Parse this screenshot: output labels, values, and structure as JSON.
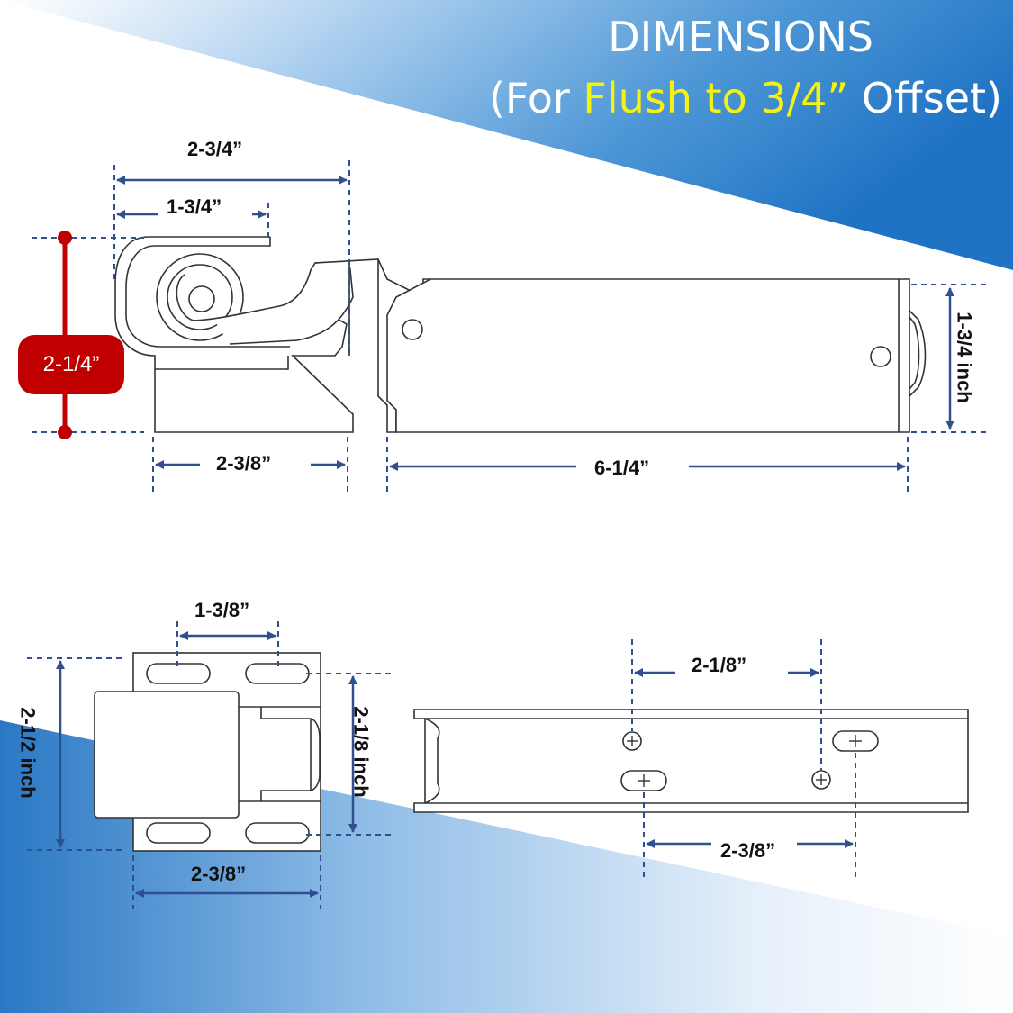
{
  "title": {
    "line1": "DIMENSIONS",
    "line2_prefix": "(For ",
    "line2_highlight": "Flush to 3/4”",
    "line2_suffix": " Offset)"
  },
  "colors": {
    "background_blue": "#2a7fcc",
    "highlight_yellow": "#f5f211",
    "dimension_line": "#2f4f8f",
    "badge_red": "#c00000",
    "drawing_stroke": "#333333"
  },
  "side_view": {
    "overall_width": "2-3/4”",
    "hook_width": "1-3/4”",
    "height": "2-1/4”",
    "base_width": "2-3/8”",
    "arm_length": "6-1/4”",
    "arm_height": "1-3/4 inch"
  },
  "front_view": {
    "slot_spacing": "1-3/8”",
    "height": "2-1/2  inch",
    "inner_height": "2-1/8 inch",
    "width": "2-3/8”"
  },
  "channel_view": {
    "upper_spacing": "2-1/8”",
    "lower_spacing": "2-3/8”"
  }
}
